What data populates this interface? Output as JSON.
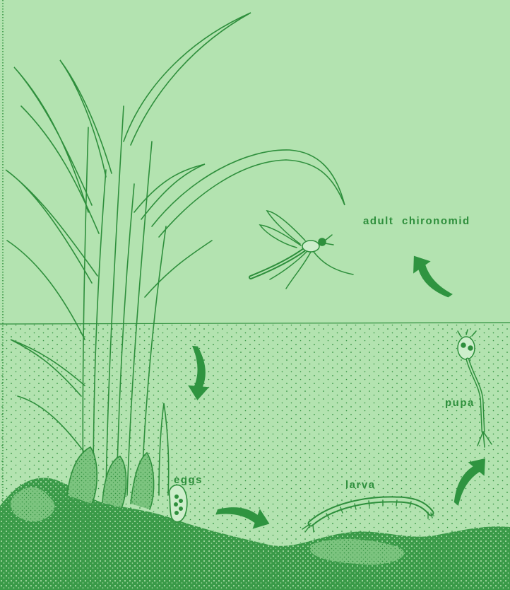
{
  "colors": {
    "background": "#b3e3b0",
    "ink": "#2e8f3c",
    "arrow": "#2f9440",
    "label": "#2e8f3c"
  },
  "labels": {
    "adult": "adult chironomid",
    "pupa": "pupa",
    "larva": "larva",
    "eggs": "eggs"
  },
  "icons": {
    "plant": "reed-plant-illustration",
    "adult": "midge-icon",
    "pupa": "pupa-icon",
    "larva": "larva-icon",
    "eggs": "egg-mass-icon",
    "arrows": "curved-arrow-icon"
  }
}
